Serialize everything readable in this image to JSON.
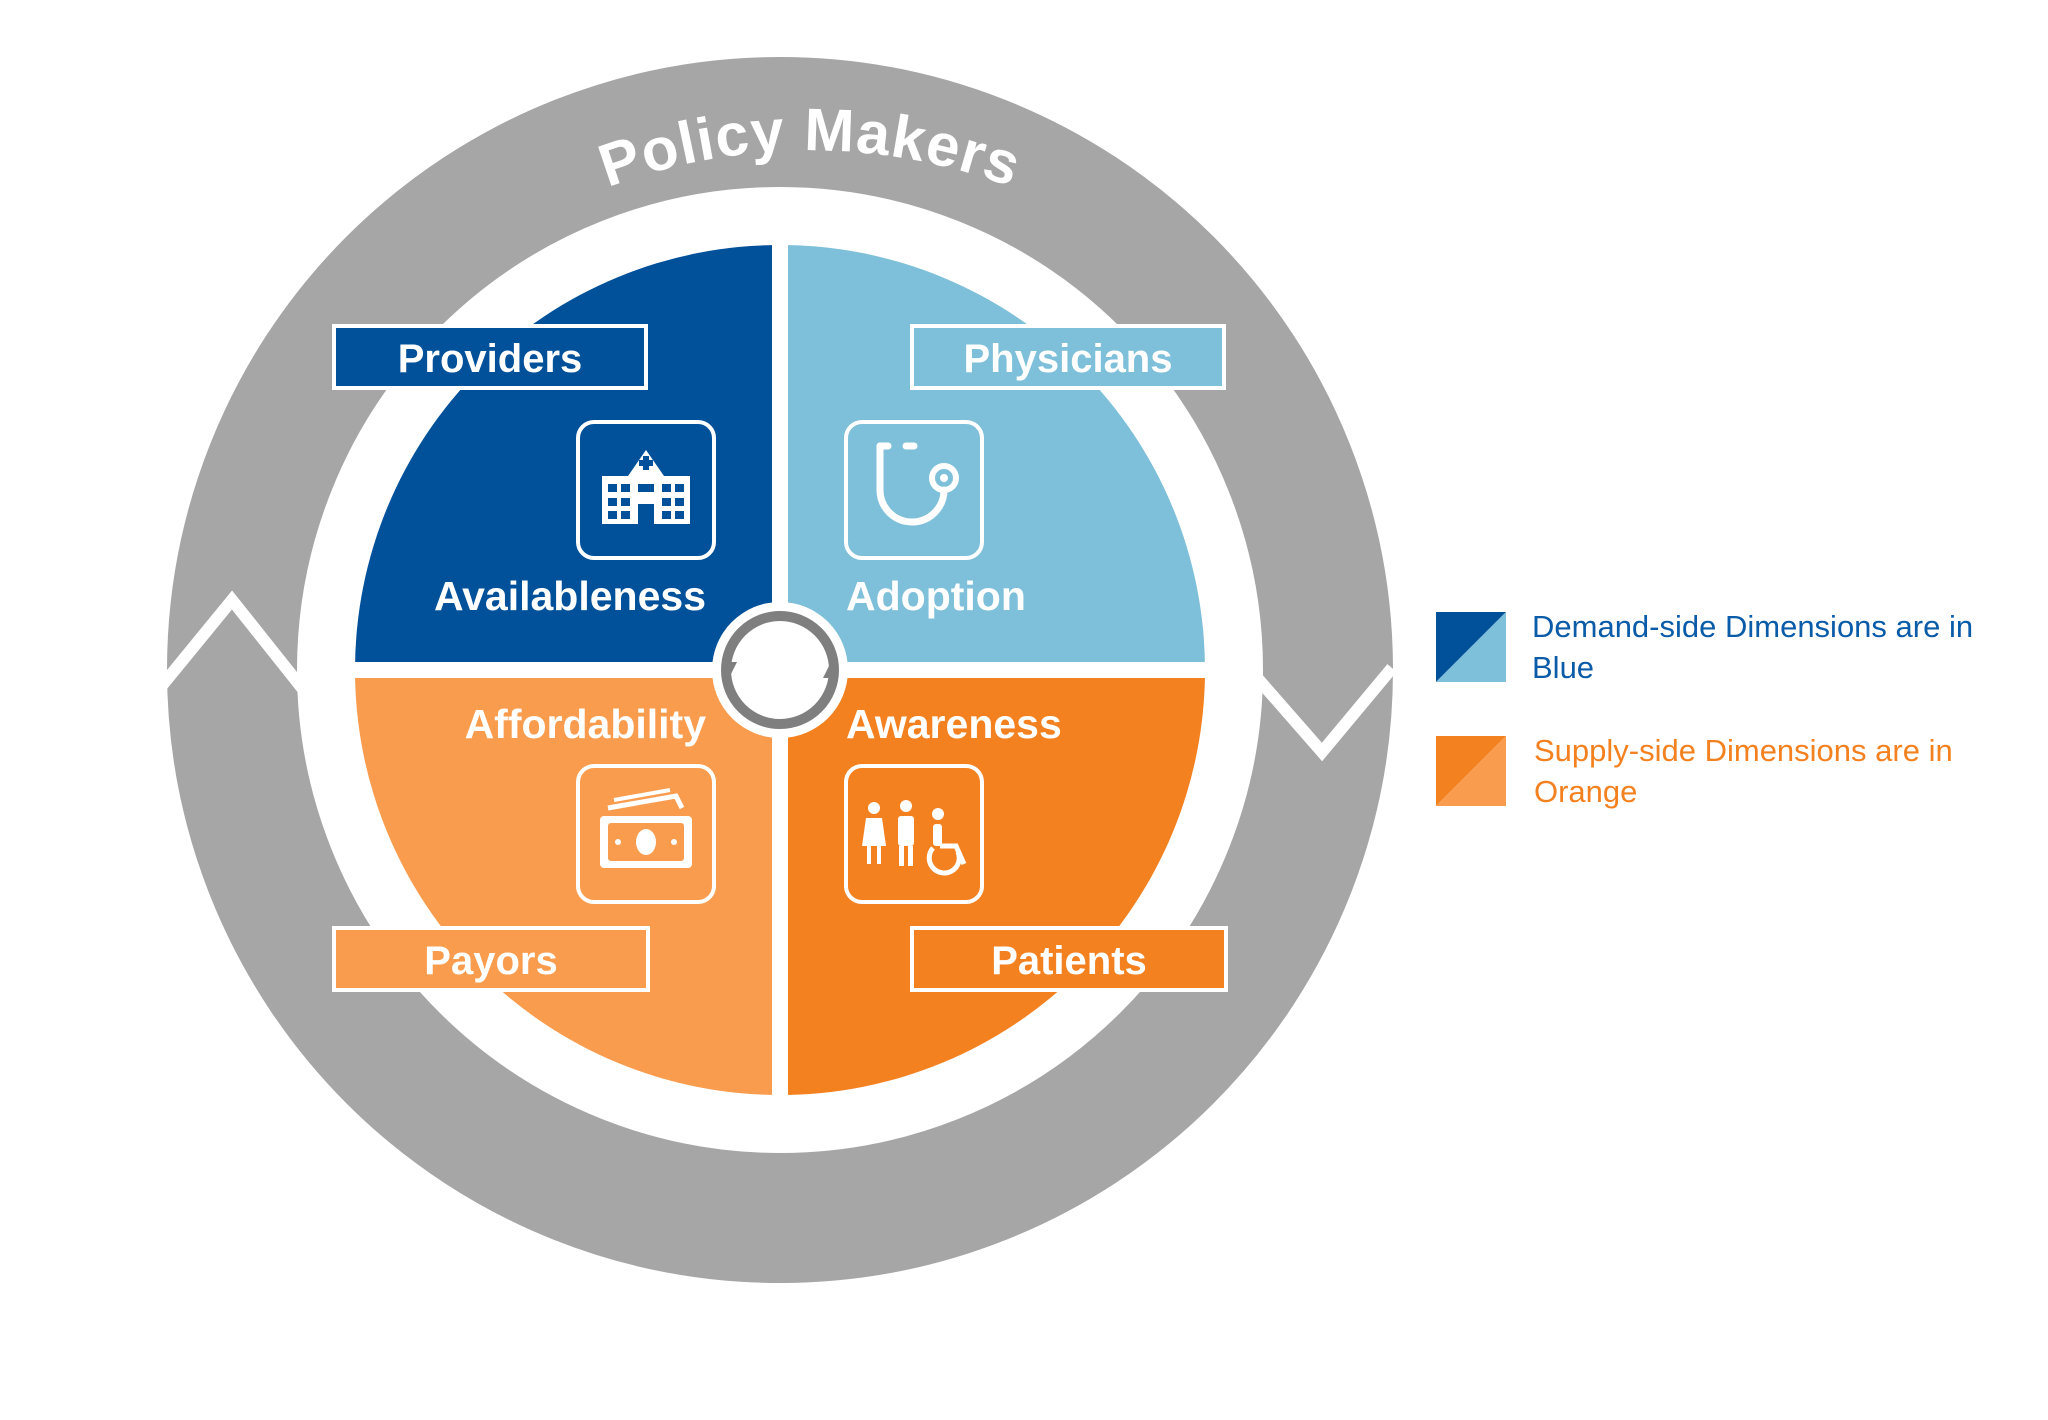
{
  "outer_ring": {
    "label": "Policy Makers"
  },
  "quadrants": {
    "top_left": {
      "stakeholder": "Providers",
      "dimension": "Availableness",
      "icon": "hospital-icon"
    },
    "top_right": {
      "stakeholder": "Physicians",
      "dimension": "Adoption",
      "icon": "stethoscope-icon"
    },
    "bottom_left": {
      "stakeholder": "Payors",
      "dimension": "Affordability",
      "icon": "money-icon"
    },
    "bottom_right": {
      "stakeholder": "Patients",
      "dimension": "Awareness",
      "icon": "people-accessibility-icon"
    }
  },
  "center": {
    "icon": "cycle-icon"
  },
  "legend": {
    "demand": {
      "line1": "Demand-side Dimensions are in",
      "line2": "Blue"
    },
    "supply": {
      "line1": "Supply-side Dimensions are in",
      "line2": "Orange"
    }
  },
  "colors": {
    "dark_blue": "#00509A",
    "light_blue": "#7EC0D9",
    "light_orange": "#FA9C4E",
    "dark_orange": "#F48120",
    "ring_gray": "#A6A6A6"
  }
}
